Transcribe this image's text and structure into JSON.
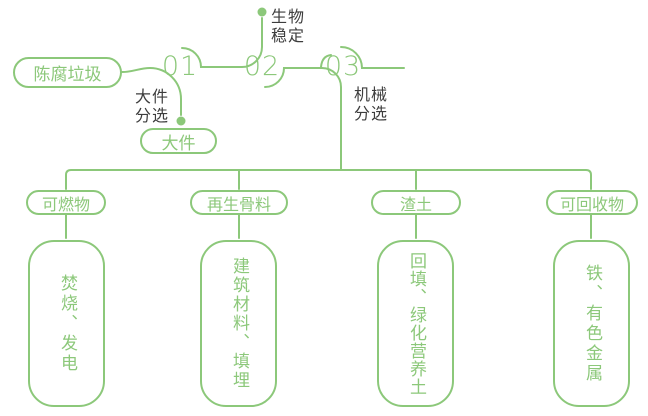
{
  "colors": {
    "accent_green": "#8cc87a",
    "label_text": "#3d3d3d",
    "background": "#ffffff"
  },
  "flow": {
    "source_label": "陈腐垃圾",
    "steps": [
      {
        "number": "01",
        "process_label": "大件\n分选",
        "output_label": "大件"
      },
      {
        "number": "02",
        "process_label": "生物\n稳定"
      },
      {
        "number": "03",
        "process_label": "机械\n分选"
      }
    ]
  },
  "outputs": [
    {
      "category": "可燃物",
      "disposal": "焚烧、发电"
    },
    {
      "category": "再生骨料",
      "disposal": "建筑材料、填埋"
    },
    {
      "category": "渣土",
      "disposal": "回填、绿化营养土"
    },
    {
      "category": "可回收物",
      "disposal": "铁、有色金属"
    }
  ]
}
